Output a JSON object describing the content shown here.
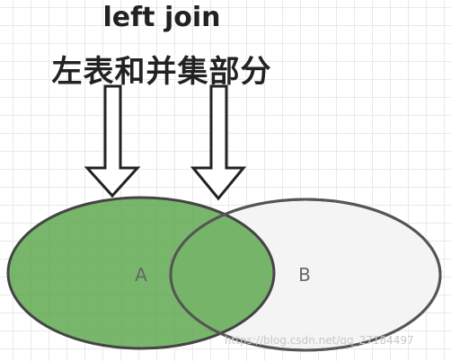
{
  "title": {
    "line1": "left join",
    "line2": "左表和并集部分"
  },
  "sets": [
    {
      "label": "A",
      "color": "#6aaf5c",
      "role": "left table"
    },
    {
      "label": "B",
      "color": "#f4f4f4",
      "role": "right table"
    }
  ],
  "arrows": [
    "arrow pointing to left table A",
    "arrow pointing to intersection of A and B"
  ],
  "watermark": "https://blog.csdn.net/qq_27184497"
}
